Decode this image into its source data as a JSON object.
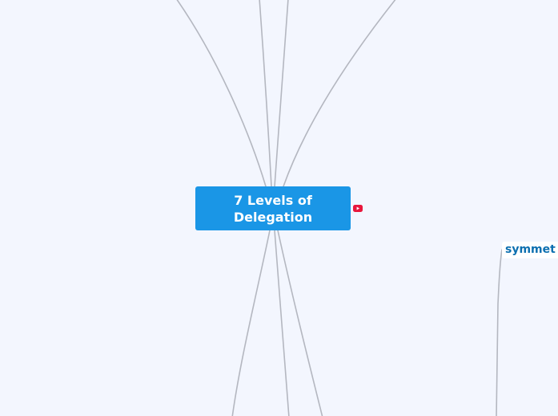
{
  "central_topic": {
    "line1": "7 Levels of",
    "line2": "Delegation",
    "color": "#1a96e6",
    "text_color": "#ffffff"
  },
  "attachment": {
    "icon": "youtube-icon",
    "color": "#e8163c"
  },
  "sub_topic": {
    "label": "symmet",
    "color": "#0c6fb0"
  },
  "connector_color": "#b4b7c0",
  "background_color": "#f3f6fe"
}
